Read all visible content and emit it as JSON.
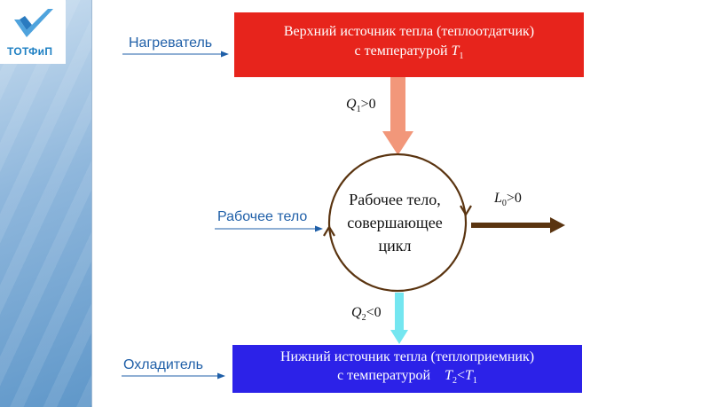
{
  "logo": {
    "text": "ТОТФиП"
  },
  "colors": {
    "hot_box": "#e7241c",
    "cold_box": "#2c22e8",
    "heat_in_arrow": "#f2977a",
    "heat_out_arrow": "#74e6f0",
    "work_arrow": "#5a3410",
    "cycle_circle": "#5a3410",
    "side_label": "#1f5fa8"
  },
  "labels": {
    "heater": "Нагреватель",
    "working_body": "Рабочее тело",
    "cooler": "Охладитель"
  },
  "top_source": {
    "line1": "Верхний источник тепла (теплоотдатчик)",
    "line2_prefix": "с температурой ",
    "line2_symbol": "T",
    "line2_sub": "1"
  },
  "bottom_source": {
    "line1": "Нижний источник тепла (теплоприемник)",
    "line2_prefix": "с температурой ",
    "line2_symbol_a": "T",
    "line2_sub_a": "2",
    "line2_rel": "<",
    "line2_symbol_b": "T",
    "line2_sub_b": "1"
  },
  "q1": {
    "symbol": "Q",
    "sub": "1",
    "rel": ">0"
  },
  "q2": {
    "symbol": "Q",
    "sub": "2",
    "rel": "<0"
  },
  "work": {
    "symbol": "L",
    "sub": "0",
    "rel": ">0"
  },
  "cycle": {
    "line1": "Рабочее тело,",
    "line2": "совершающее",
    "line3": "цикл"
  }
}
